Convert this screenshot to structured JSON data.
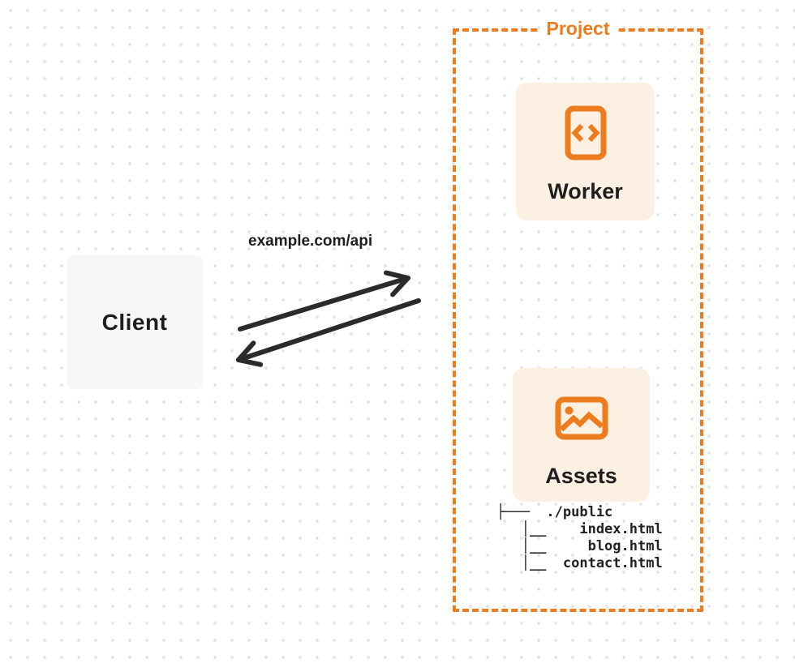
{
  "diagram": {
    "client": {
      "label": "Client"
    },
    "request_label": "example.com/api",
    "project": {
      "label": "Project",
      "worker": {
        "label": "Worker",
        "icon": "code-document-icon"
      },
      "assets": {
        "label": "Assets",
        "icon": "image-icon"
      },
      "file_tree": "├───  ./public\n   │__    index.html\n   │__     blog.html\n   │__  contact.html"
    },
    "colors": {
      "accent_orange": "#ec7c1e",
      "card_background": "#fcf0e2",
      "client_background": "#f7f7f6",
      "arrow": "#2b2b2b",
      "text": "#1e1e1e",
      "dot_grid": "#e3e3e3"
    }
  }
}
